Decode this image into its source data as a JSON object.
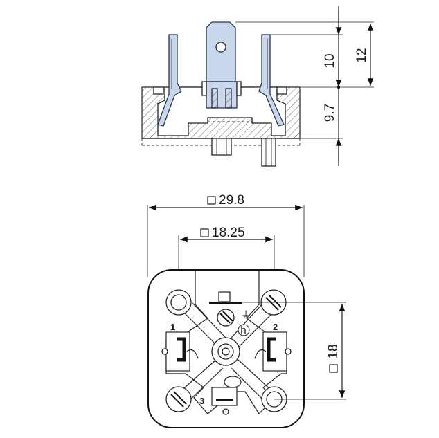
{
  "side_view": {
    "dims": {
      "top_pin": "10",
      "overall": "12",
      "body": "9.7"
    }
  },
  "top_view": {
    "dims": {
      "outer": "29.8",
      "pin_spacing": "18.25",
      "vertical": "18"
    },
    "square_symbol": "□",
    "pin_labels": {
      "pin1": "1",
      "pin2": "2",
      "pin3": "3"
    },
    "ground_symbol": "⏚"
  },
  "colors": {
    "contact_blue": "#c9d7ec",
    "line": "#222222"
  }
}
